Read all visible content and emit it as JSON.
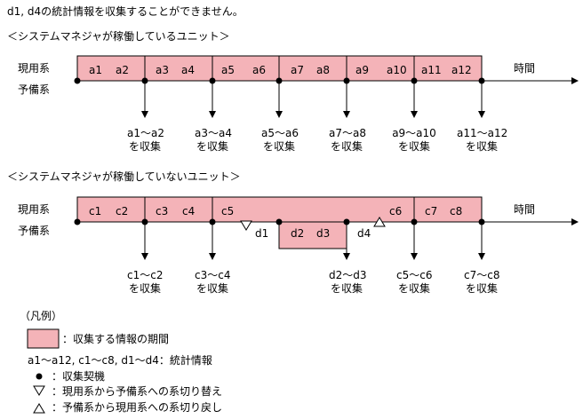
{
  "note": "d1, d4の統計情報を収集することができません。",
  "section1": {
    "title": "＜システムマネジャが稼働しているユニット＞",
    "row_active": "現用系",
    "row_standby": "予備系",
    "time_label": "時間",
    "segments": [
      {
        "a": "a1",
        "b": "a2"
      },
      {
        "a": "a3",
        "b": "a4"
      },
      {
        "a": "a5",
        "b": "a6"
      },
      {
        "a": "a7",
        "b": "a8"
      },
      {
        "a": "a9",
        "b": "a10"
      },
      {
        "a": "a11",
        "b": "a12"
      }
    ],
    "collections": [
      {
        "range": "a1～a2",
        "action": "を収集"
      },
      {
        "range": "a3～a4",
        "action": "を収集"
      },
      {
        "range": "a5～a6",
        "action": "を収集"
      },
      {
        "range": "a7～a8",
        "action": "を収集"
      },
      {
        "range": "a9～a10",
        "action": "を収集"
      },
      {
        "range": "a11～a12",
        "action": "を収集"
      }
    ]
  },
  "section2": {
    "title": "＜システムマネジャが稼働していないユニット＞",
    "row_active": "現用系",
    "row_standby": "予備系",
    "time_label": "時間",
    "labels": {
      "c1": "c1",
      "c2": "c2",
      "c3": "c3",
      "c4": "c4",
      "c5": "c5",
      "c6": "c6",
      "c7": "c7",
      "c8": "c8",
      "d1": "d1",
      "d2": "d2",
      "d3": "d3",
      "d4": "d4"
    },
    "collections": [
      {
        "range": "c1～c2",
        "action": "を収集"
      },
      {
        "range": "c3～c4",
        "action": "を収集"
      },
      {
        "range": "d2～d3",
        "action": "を収集"
      },
      {
        "range": "c5～c6",
        "action": "を収集"
      },
      {
        "range": "c7～c8",
        "action": "を収集"
      }
    ]
  },
  "legend": {
    "title": "（凡例）",
    "period_text": "：収集する情報の期間",
    "stats_text": "a1～a12, c1～c8, d1～d4：統計情報",
    "collect_text": "：収集契機",
    "switch_text": "：現用系から予備系への系切り替え",
    "switchback_text": "：予備系から現用系への系切り戻し"
  },
  "colors": {
    "period_fill": "#f4b3b8",
    "line": "#000000"
  }
}
